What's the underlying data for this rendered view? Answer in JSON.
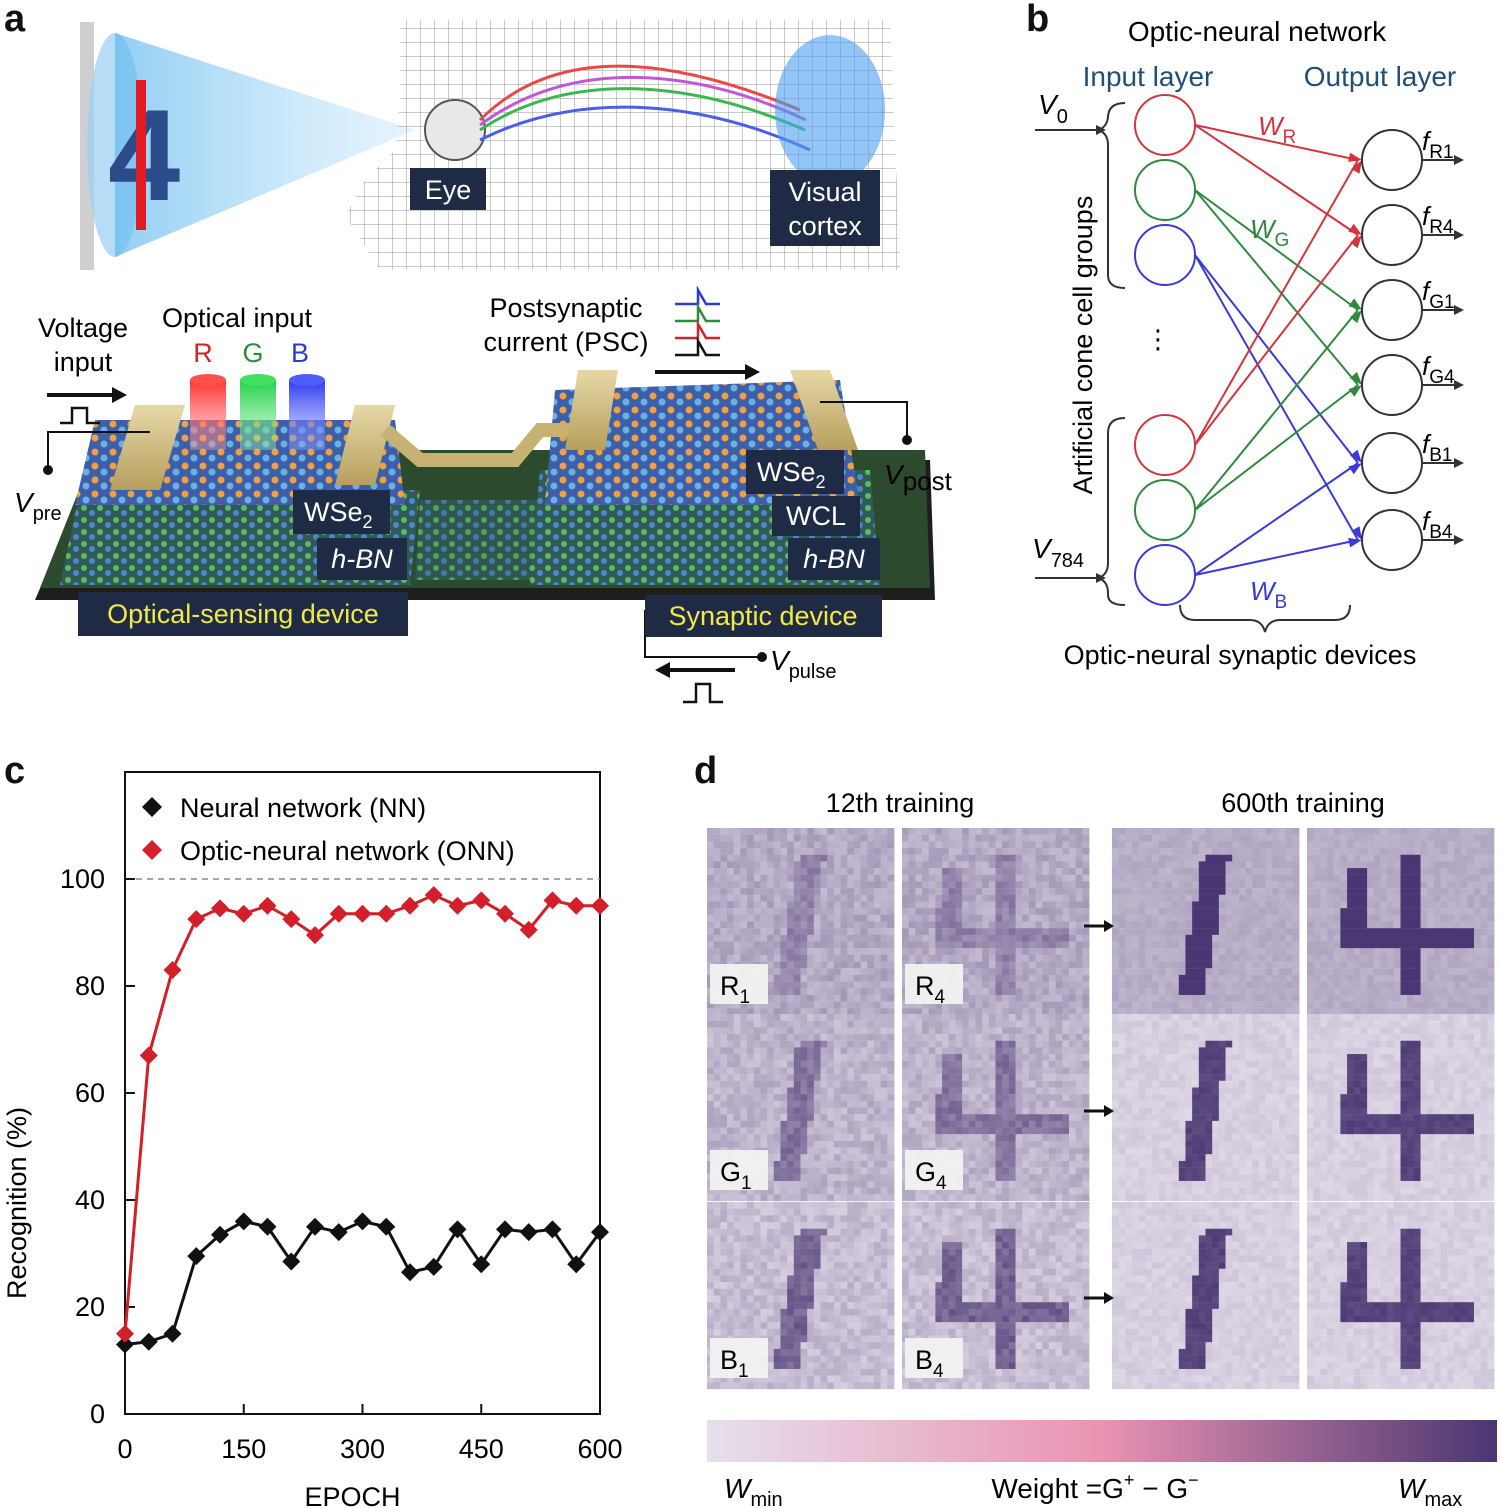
{
  "panel_letters": {
    "a": "a",
    "b": "b",
    "c": "c",
    "d": "d"
  },
  "panel_a": {
    "eye_label": "Eye",
    "cortex_label_1": "Visual",
    "cortex_label_2": "cortex",
    "voltage_input_1": "Voltage",
    "voltage_input_2": "input",
    "optical_input": "Optical input",
    "rgb": [
      "R",
      "G",
      "B"
    ],
    "psc_1": "Postsynaptic",
    "psc_2": "current (PSC)",
    "v_pre": "V",
    "v_pre_sub": "pre",
    "v_post": "V",
    "v_post_sub": "post",
    "v_pulse": "V",
    "v_pulse_sub": "pulse",
    "wse2_left": "WSe",
    "wse2_left_sub": "2",
    "hbn_left": "h-BN",
    "wse2_right": "WSe",
    "wse2_right_sub": "2",
    "wcl": "WCL",
    "hbn_right": "h-BN",
    "optical_sensing_device": "Optical-sensing device",
    "synaptic_device": "Synaptic device"
  },
  "panel_b": {
    "title": "Optic-neural network",
    "input_layer": "Input layer",
    "output_layer": "Output layer",
    "v0": "V",
    "v0_sub": "0",
    "v784": "V",
    "v784_sub": "784",
    "wr": "W",
    "wr_sub": "R",
    "wg": "W",
    "wg_sub": "G",
    "wb": "W",
    "wb_sub": "B",
    "vertical_label": "Artificial cone cell groups",
    "bottom_label": "Optic-neural synaptic devices",
    "outputs": [
      {
        "f": "f",
        "sub": "R1"
      },
      {
        "f": "f",
        "sub": "R4"
      },
      {
        "f": "f",
        "sub": "G1"
      },
      {
        "f": "f",
        "sub": "G4"
      },
      {
        "f": "f",
        "sub": "B1"
      },
      {
        "f": "f",
        "sub": "B4"
      }
    ],
    "colors": {
      "red": "#d2363c",
      "green": "#2e8b3d",
      "blue": "#3a3ad6",
      "gray": "#333333"
    }
  },
  "chart_data": {
    "type": "line",
    "xlabel": "EPOCH",
    "ylabel": "Recognition (%)",
    "xlim": [
      0,
      600
    ],
    "ylim": [
      0,
      120
    ],
    "xticks": [
      0,
      150,
      300,
      450,
      600
    ],
    "yticks": [
      0,
      20,
      40,
      60,
      80,
      100
    ],
    "reference_line": 100,
    "legend_position": "top-left",
    "x": [
      0,
      30,
      60,
      90,
      120,
      150,
      180,
      210,
      240,
      270,
      300,
      330,
      360,
      390,
      420,
      450,
      480,
      510,
      540,
      570,
      600
    ],
    "series": [
      {
        "name": "Neural network (NN)",
        "color": "#111111",
        "values": [
          13,
          13.5,
          15,
          29.5,
          33.5,
          36,
          35,
          28.5,
          35,
          34,
          36,
          35,
          26.5,
          27.5,
          34.5,
          28,
          34.5,
          34,
          34.5,
          28,
          34
        ]
      },
      {
        "name": "Optic-neural network (ONN)",
        "color": "#d21f2a",
        "values": [
          15,
          67,
          83,
          92.5,
          94.5,
          93.5,
          95,
          92.5,
          89.5,
          93.5,
          93.5,
          93.5,
          95,
          97,
          95,
          96,
          93.5,
          90.5,
          96,
          95,
          95
        ]
      }
    ]
  },
  "panel_d": {
    "header_12": "12th training",
    "header_600": "600th training",
    "tiles_12": [
      {
        "letter": "R",
        "sub": "1"
      },
      {
        "letter": "R",
        "sub": "4"
      },
      {
        "letter": "G",
        "sub": "1"
      },
      {
        "letter": "G",
        "sub": "4"
      },
      {
        "letter": "B",
        "sub": "1"
      },
      {
        "letter": "B",
        "sub": "4"
      }
    ],
    "colorbar": {
      "min_label": "W",
      "min_sub": "min",
      "max_label": "W",
      "max_sub": "max",
      "caption": "Weight =G",
      "caption_sup1": "+",
      "caption_mid": " − G",
      "caption_sup2": "−",
      "colors": [
        "#e6e0ec",
        "#ea93b3",
        "#4a3672"
      ]
    }
  }
}
